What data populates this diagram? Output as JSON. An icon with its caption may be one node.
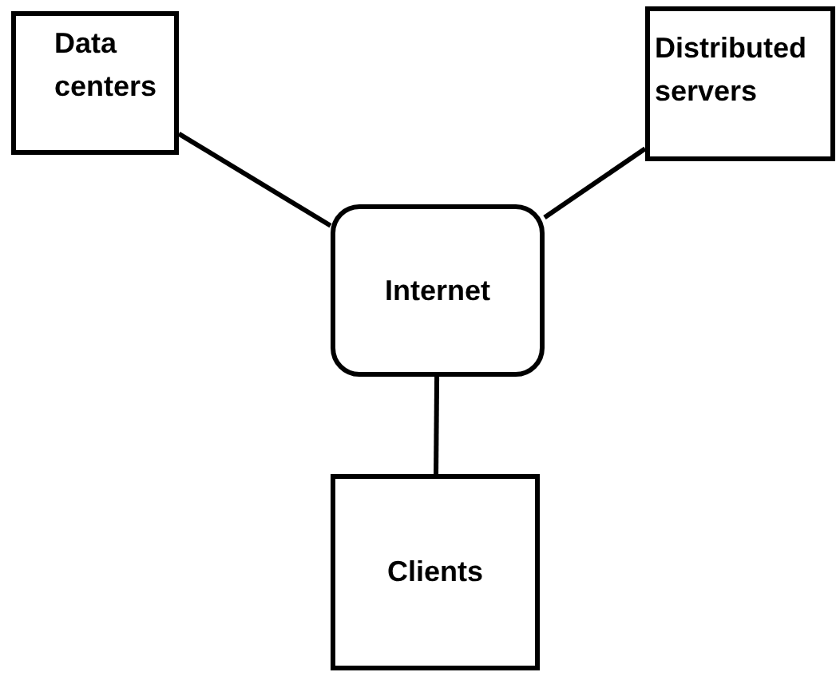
{
  "diagram": {
    "nodes": [
      {
        "text": [
          "Data centers"
        ]
      },
      {
        "text": [
          "Distributed servers"
        ]
      },
      {
        "text": [
          "Internet"
        ]
      },
      {
        "text": [
          "Clients"
        ]
      }
    ],
    "edges": [
      {
        "from": 0,
        "to": 2,
        "arrow": "none"
      },
      {
        "from": 1,
        "to": 2,
        "arrow": "none"
      },
      {
        "from": 2,
        "to": 3,
        "arrow": "none"
      }
    ]
  }
}
